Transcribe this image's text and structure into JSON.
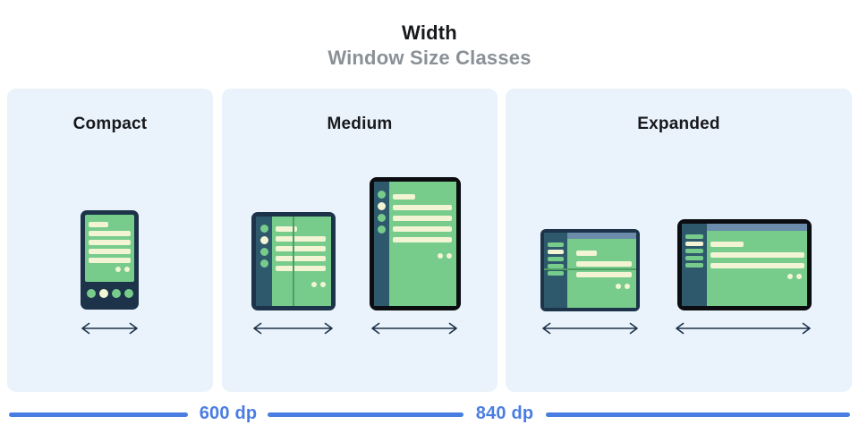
{
  "header": {
    "title": "Width",
    "subtitle": "Window Size Classes"
  },
  "panels": [
    {
      "label": "Compact",
      "devices": [
        "phone-portrait"
      ]
    },
    {
      "label": "Medium",
      "devices": [
        "foldable-portrait",
        "tablet-portrait"
      ]
    },
    {
      "label": "Expanded",
      "devices": [
        "foldable-landscape",
        "desktop-display"
      ]
    }
  ],
  "axis": {
    "breakpoint_labels": [
      "600 dp",
      "840 dp"
    ]
  },
  "icons": [
    "width-arrow-icon"
  ],
  "colors": {
    "panel_bg": "#EAF2FB",
    "frame_navy": "#1C3349",
    "rail_navy": "#2E586C",
    "screen_green": "#77CC8C",
    "fold_green": "#4F9E63",
    "skeleton_cream": "#F3F4D4",
    "topbar_blue": "#6B8DAB",
    "device_black": "#0B0D10",
    "axis_blue": "#4A7DE2",
    "subtitle_gray": "#8A9096",
    "title_color": "#17191C"
  }
}
